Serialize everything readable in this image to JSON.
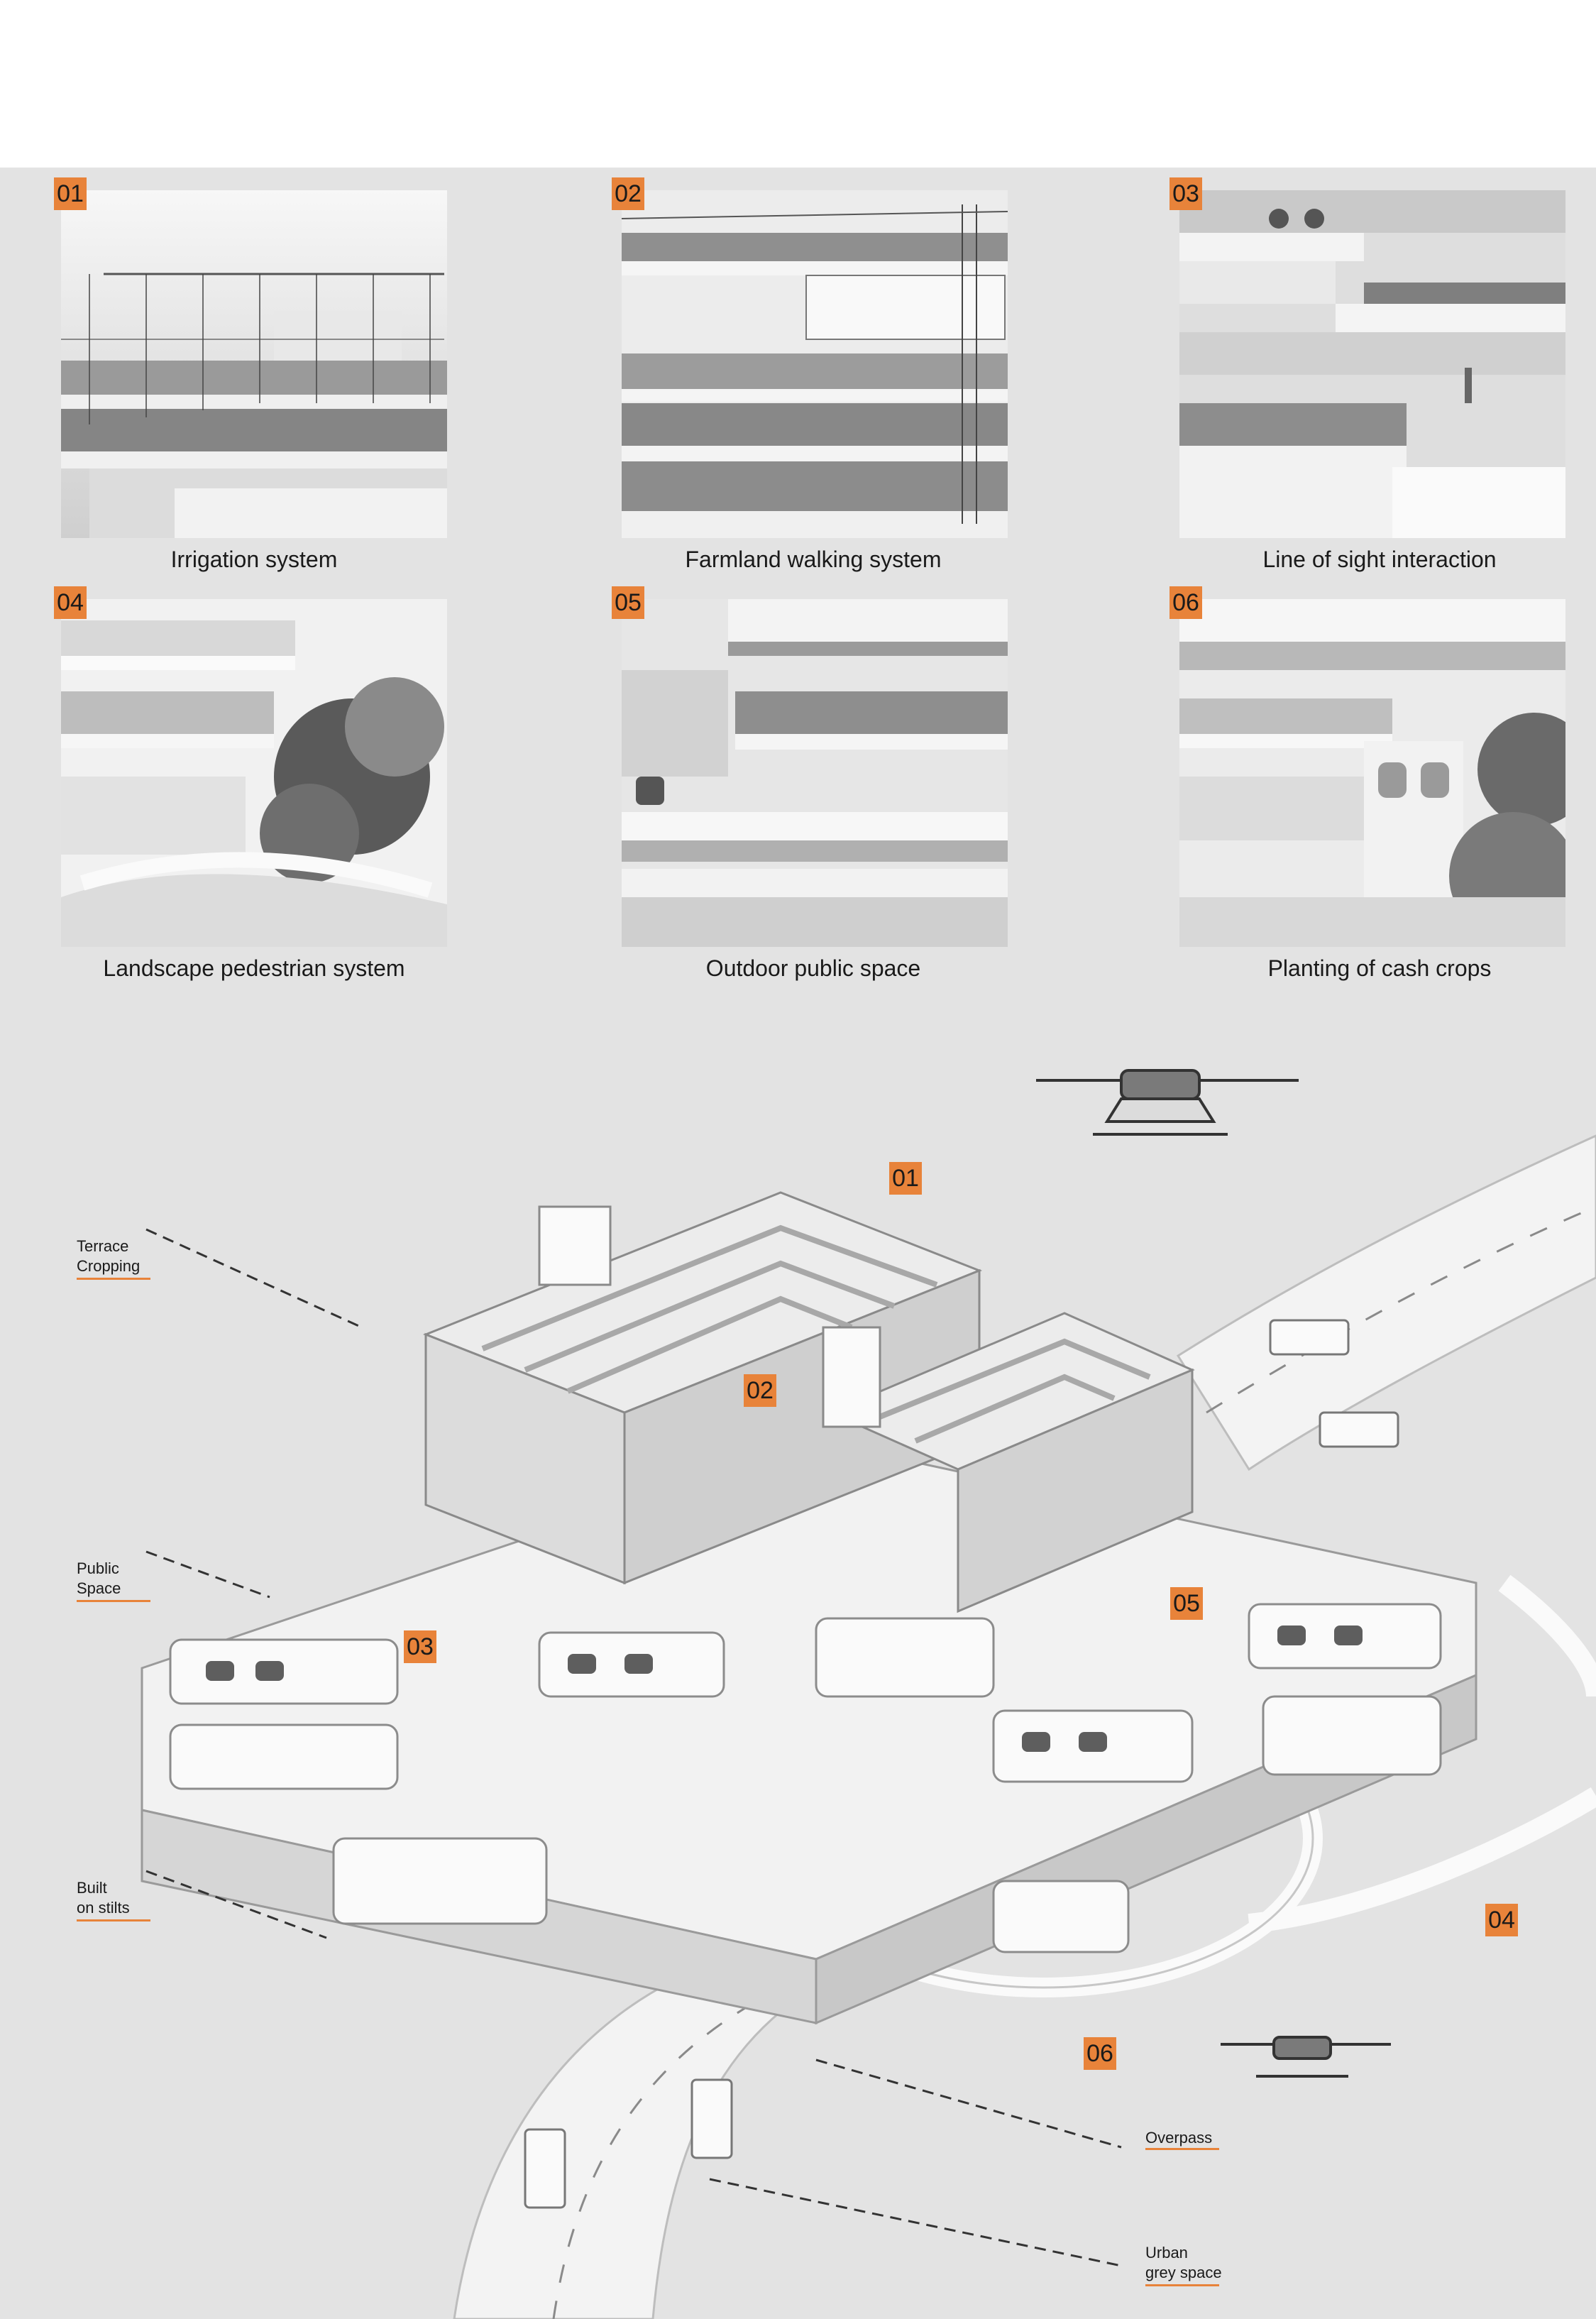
{
  "photos": [
    {
      "number": "01",
      "caption": "Irrigation system"
    },
    {
      "number": "02",
      "caption": "Farmland walking system"
    },
    {
      "number": "03",
      "caption": "Line of sight interaction"
    },
    {
      "number": "04",
      "caption": "Landscape pedestrian system"
    },
    {
      "number": "05",
      "caption": "Outdoor public space"
    },
    {
      "number": "06",
      "caption": "Planting of cash crops"
    }
  ],
  "diagram": {
    "callouts": [
      {
        "line1": "Terrace",
        "line2": "Cropping"
      },
      {
        "line1": "Public",
        "line2": "Space"
      },
      {
        "line1": "Built",
        "line2": "on stilts"
      },
      {
        "line1": "Overpass",
        "line2": ""
      },
      {
        "line1": "Urban",
        "line2": "grey space"
      }
    ],
    "tags": [
      "01",
      "02",
      "03",
      "04",
      "05",
      "06"
    ]
  },
  "colors": {
    "accent": "#e8833a",
    "panel_background": "#e3e3e3",
    "page_background": "#ffffff"
  }
}
